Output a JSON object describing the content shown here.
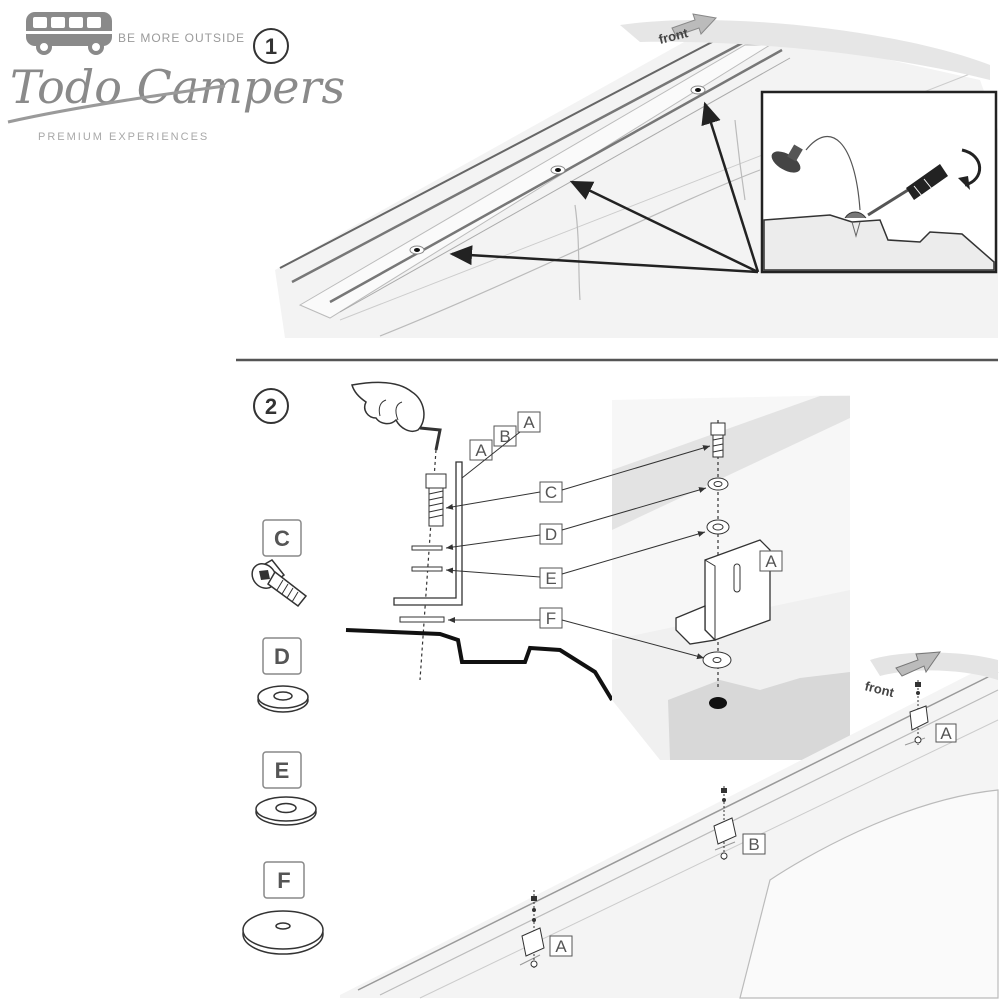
{
  "logo": {
    "tagline": "BE MORE OUTSIDE",
    "name": "Todo Campers",
    "subtitle": "PREMIUM EXPERIENCES"
  },
  "steps": {
    "step1": "1",
    "step2": "2"
  },
  "direction_label": "front",
  "part_labels": {
    "a": "A",
    "b": "B",
    "c": "C",
    "d": "D",
    "e": "E",
    "f": "F"
  },
  "icons": [
    "van-icon",
    "hand-icon",
    "screwdriver-icon",
    "rotate-arrow-icon",
    "front-arrow-icon"
  ]
}
